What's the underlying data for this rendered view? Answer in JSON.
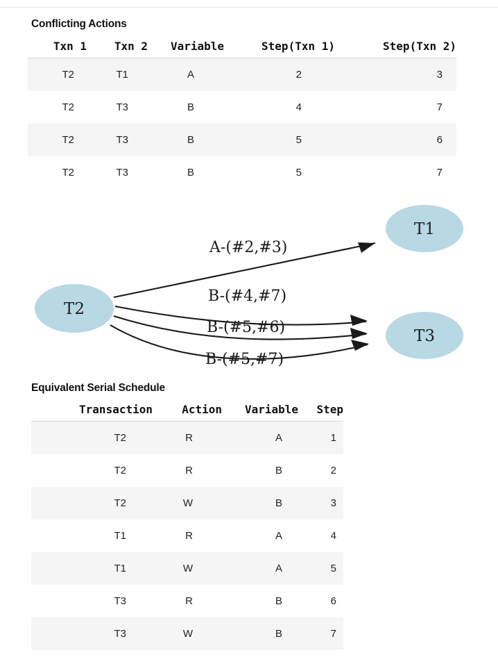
{
  "page": {
    "background": "#ffffff",
    "divider_color": "#e8e8e8"
  },
  "sections": {
    "conflicting": {
      "title": "Conflicting Actions",
      "table": {
        "columns": [
          "Txn 1",
          "Txn 2",
          "Variable",
          "Step(Txn 1)",
          "Step(Txn 2)"
        ],
        "rows": [
          [
            "T2",
            "T1",
            "A",
            "2",
            "3"
          ],
          [
            "T2",
            "T3",
            "B",
            "4",
            "7"
          ],
          [
            "T2",
            "T3",
            "B",
            "5",
            "6"
          ],
          [
            "T2",
            "T3",
            "B",
            "5",
            "7"
          ]
        ]
      }
    },
    "serial": {
      "title": "Equivalent Serial Schedule",
      "table": {
        "columns": [
          "Transaction",
          "Action",
          "Variable",
          "Step"
        ],
        "rows": [
          [
            "T2",
            "R",
            "A",
            "1"
          ],
          [
            "T2",
            "R",
            "B",
            "2"
          ],
          [
            "T2",
            "W",
            "B",
            "3"
          ],
          [
            "T1",
            "R",
            "A",
            "4"
          ],
          [
            "T1",
            "W",
            "A",
            "5"
          ],
          [
            "T3",
            "R",
            "B",
            "6"
          ],
          [
            "T3",
            "W",
            "B",
            "7"
          ]
        ]
      }
    }
  },
  "graph": {
    "node_fill": "#b8d8e3",
    "edge_color": "#1a1a1a",
    "nodes": [
      {
        "id": "T2",
        "label": "T2"
      },
      {
        "id": "T1",
        "label": "T1"
      },
      {
        "id": "T3",
        "label": "T3"
      }
    ],
    "edges": [
      {
        "from": "T2",
        "to": "T1",
        "label": "A-(#2,#3)"
      },
      {
        "from": "T2",
        "to": "T3",
        "label": "B-(#4,#7)"
      },
      {
        "from": "T2",
        "to": "T3",
        "label": "B-(#5,#6)"
      },
      {
        "from": "T2",
        "to": "T3",
        "label": "B-(#5,#7)"
      }
    ]
  }
}
